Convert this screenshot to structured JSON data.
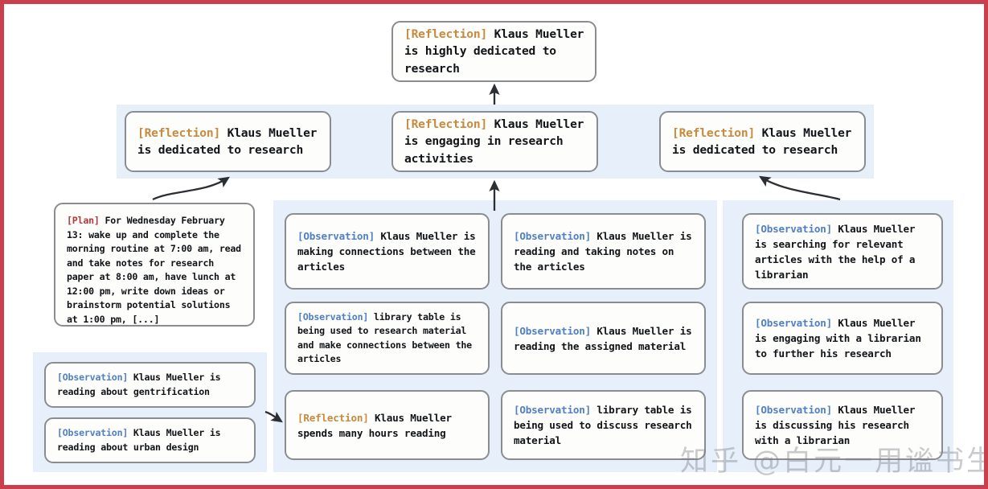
{
  "figure": {
    "type": "memory-reflection-tree-diagram",
    "border_color": "#ca3f4b",
    "panel_color": "#e7effa",
    "node_border_color": "#8a8d8f",
    "node_fill_color": "#fdfdfb"
  },
  "tags": {
    "reflection": "[Reflection]",
    "observation": "[Observation]",
    "plan": "[Plan]",
    "reflection_color": "#c78a3f",
    "observation_color": "#4f7fc4",
    "plan_color": "#b0393f"
  },
  "root": {
    "tag": "[Reflection]",
    "text": " Klaus Mueller is highly dedicated to research"
  },
  "reflections": [
    {
      "tag": "[Reflection]",
      "text": " Klaus Mueller is dedicated to research"
    },
    {
      "tag": "[Reflection]",
      "text": " Klaus Mueller is engaging in research activities"
    },
    {
      "tag": "[Reflection]",
      "text": " Klaus Mueller is dedicated to research"
    }
  ],
  "plan_node": {
    "tag": "[Plan]",
    "text": " For Wednesday February 13: wake up and complete the morning routine at 7:00 am, read and take notes for research paper at 8:00 am, have lunch at 12:00 pm, write down ideas or brainstorm potential solutions at 1:00 pm, [...]"
  },
  "left_observations": [
    {
      "tag": "[Observation]",
      "text": " Klaus Mueller is reading about gentrification"
    },
    {
      "tag": "[Observation]",
      "text": " Klaus Mueller is reading about urban design"
    }
  ],
  "column_b": [
    {
      "tag": "[Observation]",
      "text": " Klaus Mueller is making connections between the articles"
    },
    {
      "tag": "[Observation]",
      "text": " library table is being used to research material and make connections between the articles"
    },
    {
      "tag": "[Reflection]",
      "text": " Klaus Mueller spends many hours reading"
    }
  ],
  "column_c": [
    {
      "tag": "[Observation]",
      "text": " Klaus Mueller is reading and taking notes on the articles"
    },
    {
      "tag": "[Observation]",
      "text": " Klaus Mueller is reading the assigned material"
    },
    {
      "tag": "[Observation]",
      "text": " library table is being used to discuss research material"
    }
  ],
  "column_d": [
    {
      "tag": "[Observation]",
      "text": " Klaus Mueller is searching for relevant articles with the help of a librarian"
    },
    {
      "tag": "[Observation]",
      "text": " Klaus Mueller is engaging with a librarian to further his research"
    },
    {
      "tag": "[Observation]",
      "text": " Klaus Mueller is discussing his research with a librarian"
    }
  ],
  "watermark": {
    "text": "知乎 @白元一用谧书生"
  }
}
